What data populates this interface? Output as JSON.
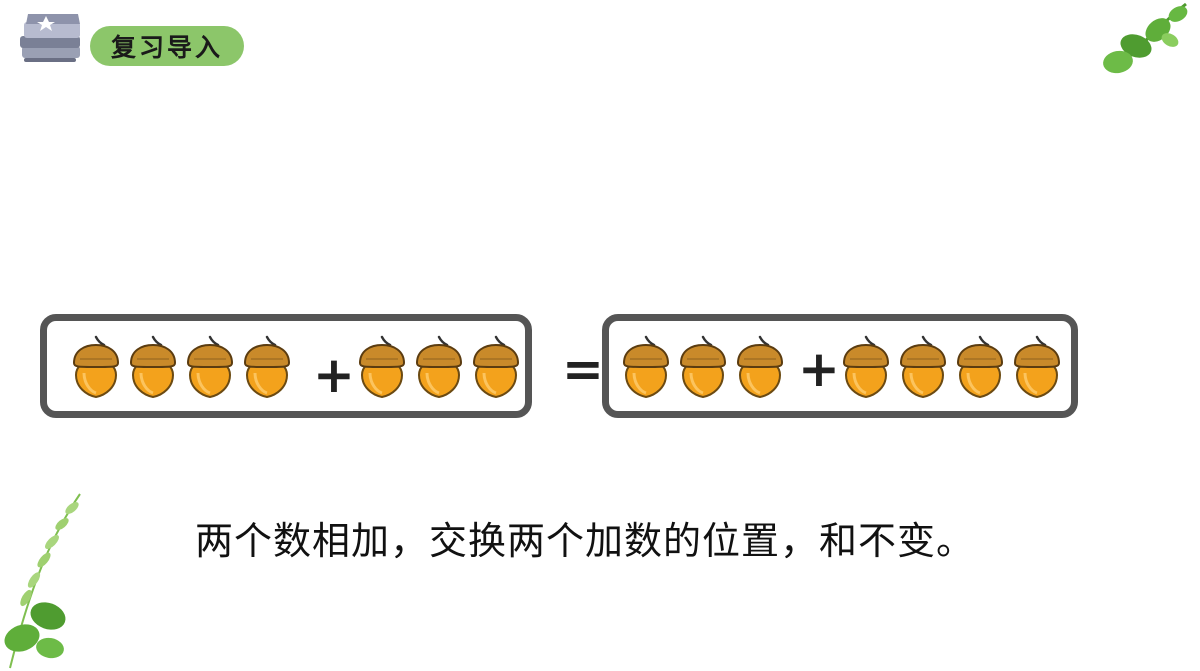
{
  "header": {
    "title": "复习导入"
  },
  "equation": {
    "left_group": {
      "first_count": 4,
      "second_count": 3,
      "operator": "+"
    },
    "equals": "=",
    "right_group": {
      "first_count": 3,
      "second_count": 4,
      "operator": "+"
    }
  },
  "caption": "两个数相加，交换两个加数的位置，和不变。",
  "colors": {
    "acorn_body": "#f3a21c",
    "acorn_cap": "#c98a2a",
    "frame": "#555555",
    "pill": "#8cc66a",
    "leaf": "#5fae3a"
  }
}
